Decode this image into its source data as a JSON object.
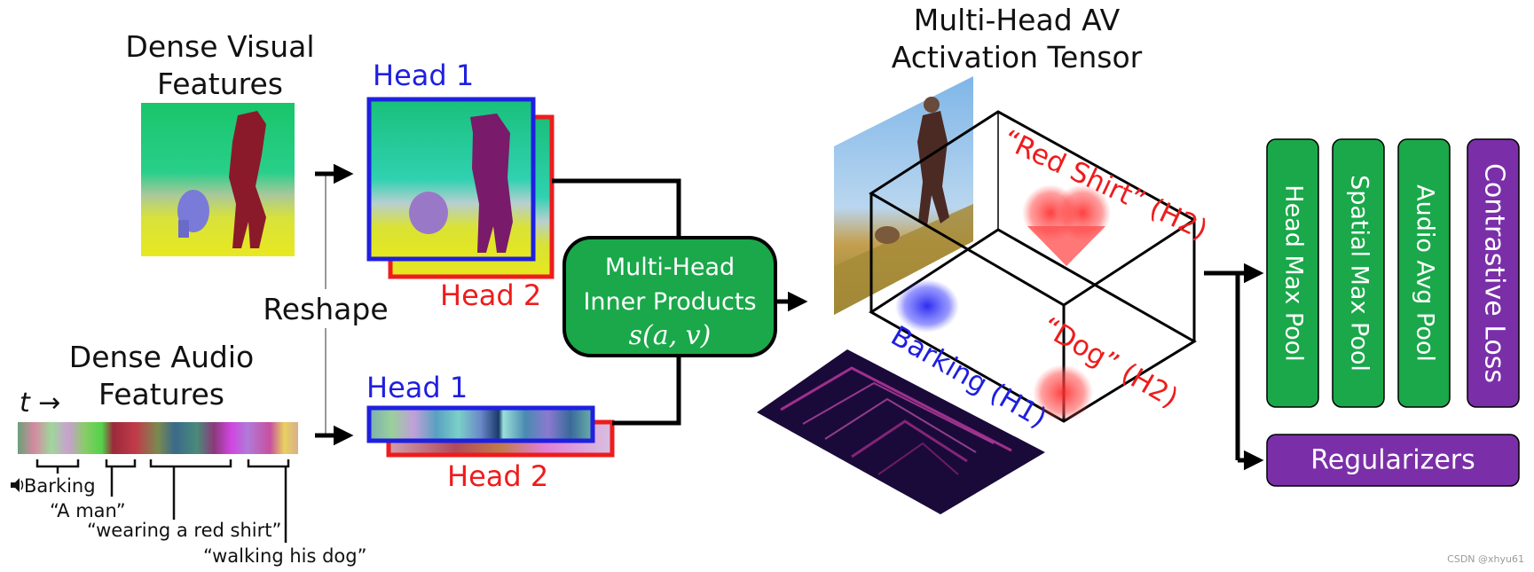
{
  "labels": {
    "dense_visual_title_1": "Dense Visual",
    "dense_visual_title_2": "Features",
    "dense_audio_title_1": "Dense Audio",
    "dense_audio_title_2": "Features",
    "time_axis": "t →",
    "reshape": "Reshape",
    "head1_visual": "Head 1",
    "head2_visual": "Head 2",
    "head1_audio": "Head 1",
    "head2_audio": "Head 2",
    "tensor_title_1": "Multi-Head AV",
    "tensor_title_2": "Activation Tensor",
    "red_shirt": "“Red Shirt” (H2)",
    "dog": "“Dog” (H2)",
    "barking_h1": "Barking (H1)"
  },
  "caption_words": {
    "barking": "Barking",
    "a_man": "“A man”",
    "red_shirt": "“wearing a red shirt”",
    "walking_dog": "“walking his dog”"
  },
  "inner_products": {
    "line1": "Multi-Head",
    "line2": "Inner Products",
    "formula": "s(a, v)"
  },
  "pooling": {
    "head_max": "Head Max Pool",
    "spatial_max": "Spatial Max Pool",
    "audio_avg": "Audio Avg Pool",
    "contrastive": "Contrastive Loss",
    "regularizers": "Regularizers"
  },
  "watermark": "CSDN @xhyu61",
  "icons": [
    "speaker-icon",
    "arrow-right-icon"
  ],
  "colors": {
    "green_box": "#1aa84a",
    "purple_box": "#7a2fa8",
    "head1_blue": "#1f1fe0",
    "head2_red": "#ee1c1c"
  }
}
